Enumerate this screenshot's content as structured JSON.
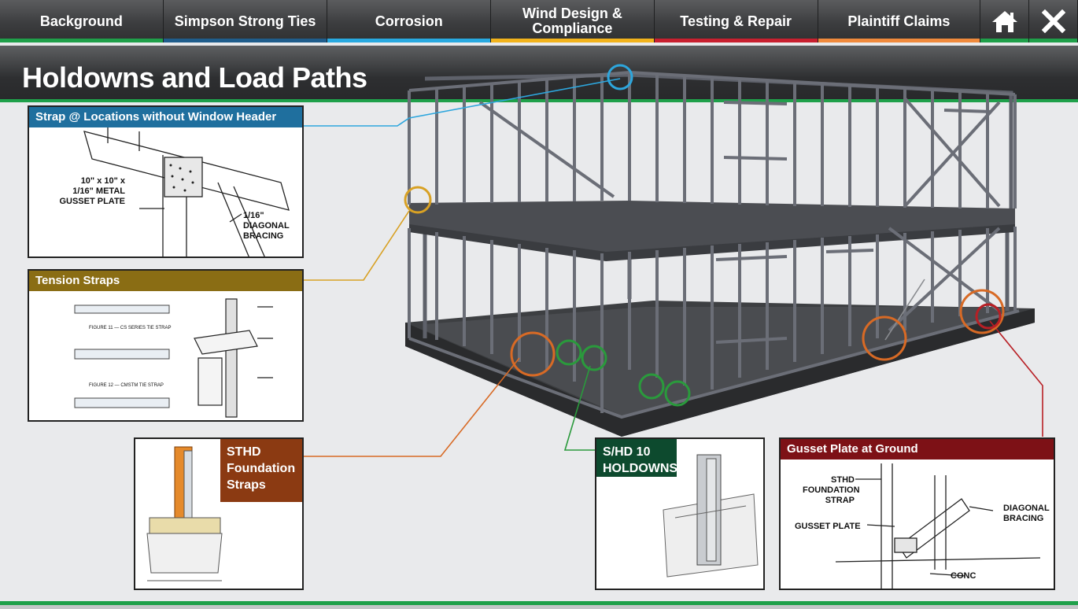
{
  "nav": {
    "tabs": [
      {
        "label": "Background",
        "color": "#1fa04a"
      },
      {
        "label": "Simpson Strong Ties",
        "color": "#1f5d8c"
      },
      {
        "label": "Corrosion",
        "color": "#28a9e0"
      },
      {
        "label": "Wind Design & Compliance",
        "color": "#f2b31c"
      },
      {
        "label": "Testing & Repair",
        "color": "#c8202f"
      },
      {
        "label": "Plaintiff Claims",
        "color": "#f08a3c"
      }
    ],
    "home_icon": "home-icon",
    "close_icon": "close-icon",
    "icon_bar_color": "#1fa04a"
  },
  "page": {
    "title": "Holdowns and Load Paths"
  },
  "callouts": {
    "strap": {
      "title": "Strap @ Locations without Window Header",
      "color": "#1f6f9e",
      "gusset_label": "10\" x 10\" x\n1/16\" METAL\nGUSSET PLATE",
      "bracing_label": "1/16\"\nDIAGONAL\nBRACING"
    },
    "tension": {
      "title": "Tension Straps",
      "color": "#8a6d14",
      "fig11_caption": "FIGURE 11 — CS SERIES TIE STRAP",
      "fig12_caption": "FIGURE 12 — CMSTM TIE STRAP"
    },
    "sthd": {
      "label": "STHD\nFoundation\nStraps",
      "color": "#8b3a12"
    },
    "shd": {
      "label": "S/HD 10\nHOLDOWNS",
      "color": "#0d4a2e"
    },
    "gusset": {
      "title": "Gusset Plate at Ground",
      "color": "#7d1116",
      "strap_label": "STHD\nFOUNDATION\nSTRAP",
      "plate_label": "GUSSET PLATE",
      "bracing_label": "DIAGONAL\nBRACING",
      "conc_label": "CONC"
    }
  },
  "colors": {
    "blue": "#2da6dd",
    "gold": "#d8a124",
    "orange": "#d86a25",
    "green": "#2a9a3c",
    "red": "#b81f25"
  }
}
